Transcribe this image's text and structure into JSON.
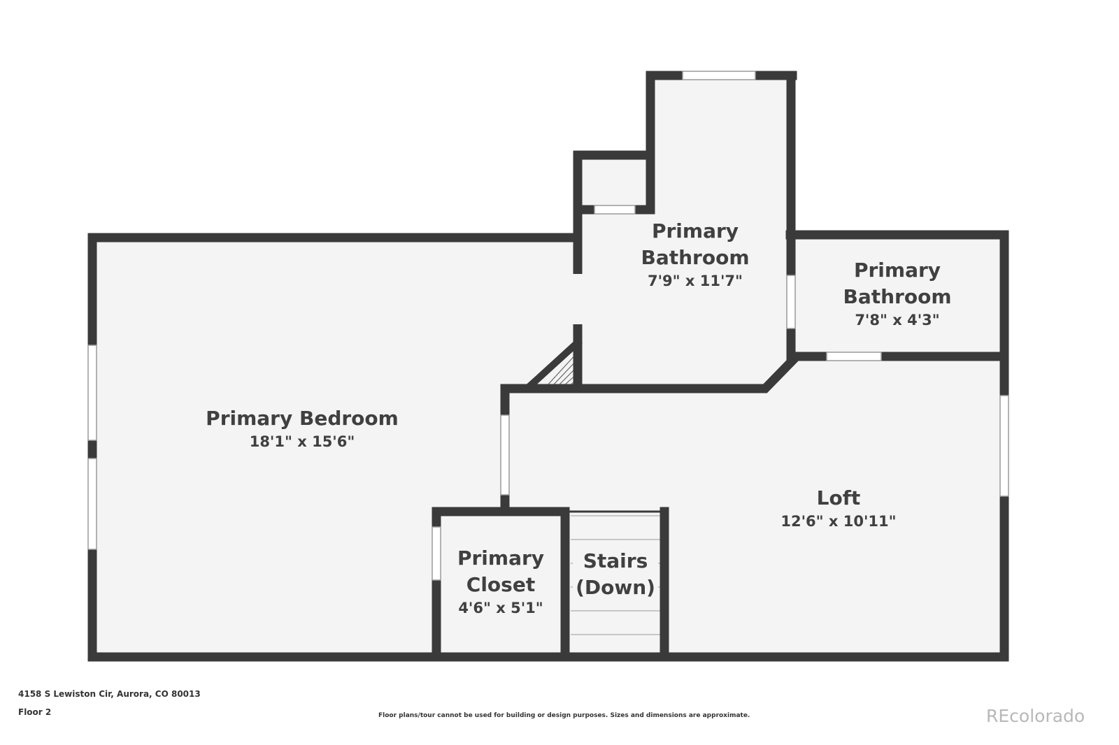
{
  "floorplan": {
    "rooms": [
      {
        "id": "primary-bedroom",
        "name": "Primary Bedroom",
        "dimensions": "18'1\" x 15'6\""
      },
      {
        "id": "primary-bathroom-main",
        "name": "Primary\nBathroom",
        "dimensions": "7'9\" x 11'7\""
      },
      {
        "id": "primary-bathroom-small",
        "name": "Primary\nBathroom",
        "dimensions": "7'8\" x 4'3\""
      },
      {
        "id": "loft",
        "name": "Loft",
        "dimensions": "12'6\" x 10'11\""
      },
      {
        "id": "primary-closet",
        "name": "Primary\nCloset",
        "dimensions": "4'6\" x 5'1\""
      },
      {
        "id": "stairs",
        "name": "Stairs\n(Down)",
        "dimensions": ""
      }
    ],
    "colors": {
      "wall": "#3a3a3a",
      "floor": "#f4f4f4",
      "window": "#ffffff",
      "text": "#404040"
    }
  },
  "footer": {
    "address": "4158 S Lewiston Cir, Aurora, CO 80013",
    "floor": "Floor 2",
    "disclaimer": "Floor plans/tour cannot be used for building or design purposes. Sizes and dimensions are approximate.",
    "brand": "REcolorado"
  }
}
